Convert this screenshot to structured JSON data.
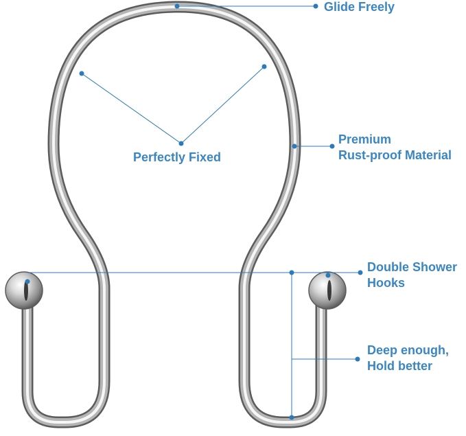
{
  "colors": {
    "label_text": "#3a86c2",
    "callout_line": "#2c7ab8",
    "chrome_dark": "#5b5b5b",
    "chrome_mid": "#a9a9a9",
    "chrome_light": "#f4f4f4"
  },
  "labels": {
    "glide": "Glide Freely",
    "fixed": "Perfectly Fixed",
    "premium_line1": "Premium",
    "premium_line2": "Rust-proof Material",
    "double_line1": "Double Shower",
    "double_line2": "Hooks",
    "deep_line1": "Deep enough,",
    "deep_line2": "Hold better"
  },
  "image": {
    "subject": "shower-curtain-double-hook"
  }
}
